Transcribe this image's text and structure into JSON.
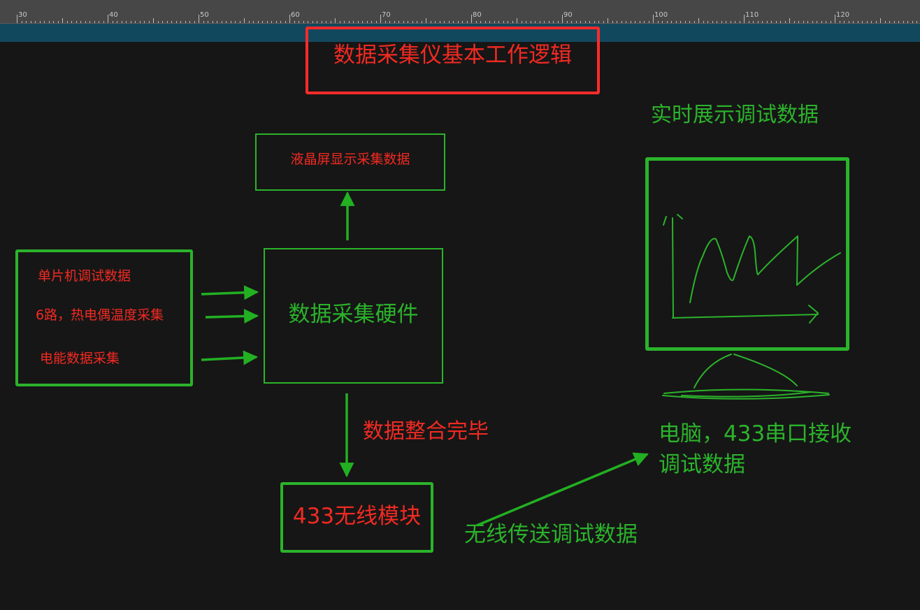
{
  "ruler": {
    "ticks": [
      "30",
      "40",
      "50",
      "60",
      "70",
      "80",
      "90",
      "100",
      "110",
      "120"
    ]
  },
  "title": "数据采集仪基本工作逻辑",
  "lcd_box": "液晶屏显示采集数据",
  "inputs_box": {
    "items": [
      "单片机调试数据",
      "6路，热电偶温度采集",
      "电能数据采集"
    ]
  },
  "hardware_box": "数据采集硬件",
  "integration_label": "数据整合完毕",
  "wireless_box": "433无线模块",
  "wireless_send_label": "无线传送调试数据",
  "realtime_label": "实时展示调试数据",
  "computer_label": {
    "line1": "电脑，433串口接收",
    "line2": "调试数据"
  },
  "colors": {
    "background": "#161616",
    "ruler": "#474747",
    "band": "#12485d",
    "red": "#f22a22",
    "green": "#2bb32b",
    "arrow_green": "#22b022",
    "title_border": "#ff2b2b"
  }
}
